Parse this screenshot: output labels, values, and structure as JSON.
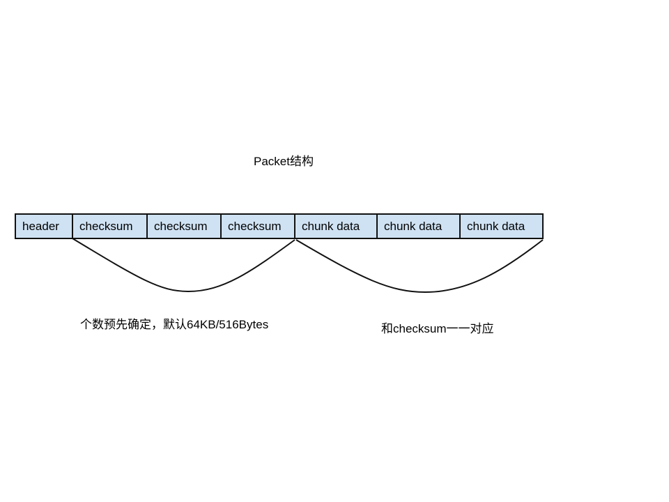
{
  "title": "Packet结构",
  "cells": [
    {
      "label": "header"
    },
    {
      "label": "checksum"
    },
    {
      "label": "checksum"
    },
    {
      "label": "checksum"
    },
    {
      "label": "chunk data"
    },
    {
      "label": "chunk data"
    },
    {
      "label": "chunk data"
    }
  ],
  "notes": {
    "checksum_note": "个数预先确定，默认64KB/516Bytes",
    "chunk_note": "和checksum一一对应"
  },
  "colors": {
    "cell_fill": "#cfe2f3",
    "stroke": "#111111"
  }
}
